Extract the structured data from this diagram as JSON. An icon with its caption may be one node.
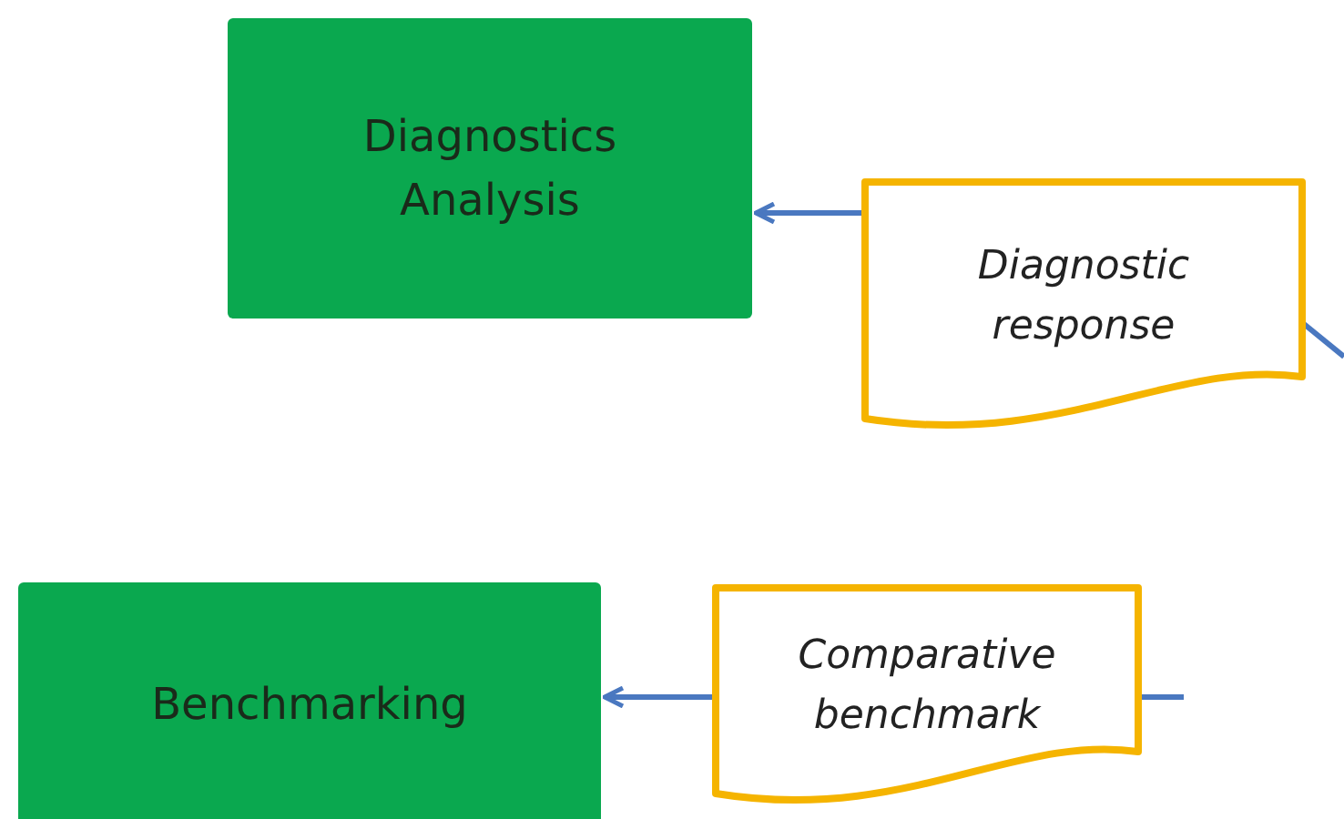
{
  "diagram": {
    "nodes": [
      {
        "text": [
          "Diagnostics Analysis"
        ]
      },
      {
        "text": [
          "Diagnostic response"
        ]
      },
      {
        "text": [
          "Benchmarking"
        ]
      },
      {
        "text": [
          "Comparative benchmark"
        ]
      }
    ],
    "edges": [
      {
        "from": 1,
        "to": 0,
        "arrow": "to"
      },
      {
        "from": null,
        "to": 1,
        "arrow": "none"
      },
      {
        "from": 3,
        "to": 2,
        "arrow": "to"
      },
      {
        "from": null,
        "to": 3,
        "arrow": "none"
      }
    ]
  }
}
